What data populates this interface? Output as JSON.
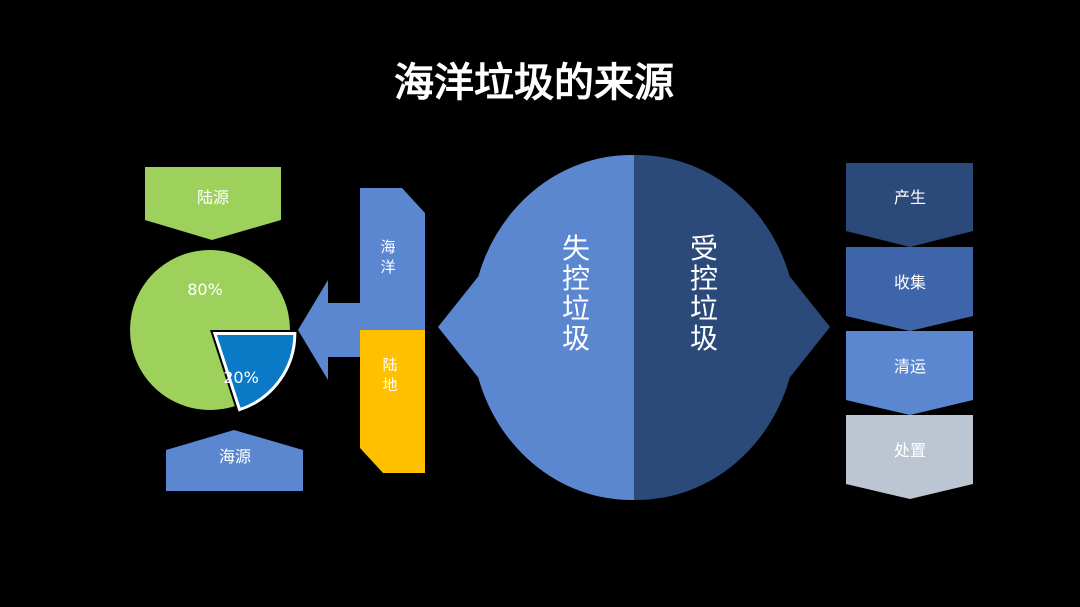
{
  "title": "海洋垃圾的来源",
  "left": {
    "top_label": "陆源",
    "bottom_label": "海源",
    "pie_data": {
      "type": "pie",
      "slices": [
        {
          "label": "80%",
          "value": 80
        },
        {
          "label": "20%",
          "value": 20
        }
      ]
    }
  },
  "middle_bar": {
    "ocean_label": "海洋",
    "land_label": "陆地"
  },
  "circle": {
    "left_label": "失控垃圾",
    "right_label": "受控垃圾"
  },
  "steps": [
    "产生",
    "收集",
    "清运",
    "处置"
  ],
  "colors": {
    "background": "#000000",
    "green": "#9dd15c",
    "blue": "#5b87d0",
    "dark_blue": "#2b4a7a",
    "mid_blue": "#3e64aa",
    "yellow": "#ffc000",
    "pie_blue": "#0a7ac6",
    "grey": "#bcc6d3"
  }
}
